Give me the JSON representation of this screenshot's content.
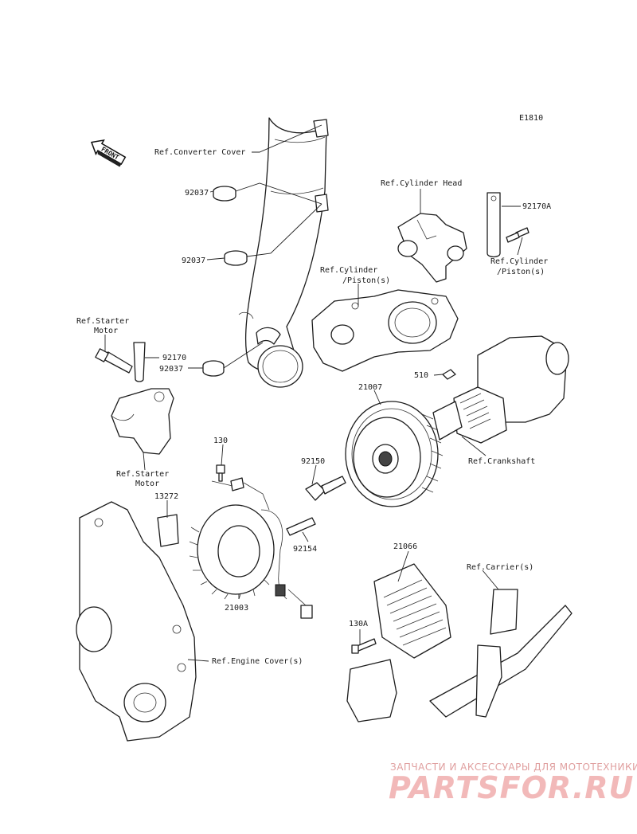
{
  "diagram_code": "E1810",
  "front_marker": "FRONT",
  "callouts": [
    {
      "id": "ref-converter-cover",
      "text": "Ref.Converter Cover"
    },
    {
      "id": "p92037a",
      "text": "92037"
    },
    {
      "id": "p92037b",
      "text": "92037"
    },
    {
      "id": "p92037c",
      "text": "92037"
    },
    {
      "id": "ref-cylinder-head",
      "text": "Ref.Cylinder Head"
    },
    {
      "id": "p92170a-upper",
      "text": "92170A"
    },
    {
      "id": "ref-cyl-piston-r1",
      "text": "Ref.Cylinder"
    },
    {
      "id": "ref-cyl-piston-r2",
      "text": "/Piston(s)"
    },
    {
      "id": "ref-cyl-piston-l1",
      "text": "Ref.Cylinder"
    },
    {
      "id": "ref-cyl-piston-l2",
      "text": "/Piston(s)"
    },
    {
      "id": "ref-starter-top1",
      "text": "Ref.Starter"
    },
    {
      "id": "ref-starter-top2",
      "text": "Motor"
    },
    {
      "id": "p92170",
      "text": "92170"
    },
    {
      "id": "p510",
      "text": "510"
    },
    {
      "id": "p21007",
      "text": "21007"
    },
    {
      "id": "ref-crankshaft",
      "text": "Ref.Crankshaft"
    },
    {
      "id": "ref-starter-bot1",
      "text": "Ref.Starter"
    },
    {
      "id": "ref-starter-bot2",
      "text": "Motor"
    },
    {
      "id": "p130",
      "text": "130"
    },
    {
      "id": "p92150",
      "text": "92150"
    },
    {
      "id": "p13272",
      "text": "13272"
    },
    {
      "id": "p92154",
      "text": "92154"
    },
    {
      "id": "p21003",
      "text": "21003"
    },
    {
      "id": "p21066",
      "text": "21066"
    },
    {
      "id": "ref-carrier",
      "text": "Ref.Carrier(s)"
    },
    {
      "id": "p130a",
      "text": "130A"
    },
    {
      "id": "ref-engine-cover",
      "text": "Ref.Engine Cover(s)"
    }
  ],
  "watermark": {
    "tagline": "ЗАПЧАСТИ И АКСЕССУАРЫ ДЛЯ МОТОТЕХНИКИ",
    "brand": "PARTSFOR.RU",
    "color": "#e8a0a0"
  }
}
